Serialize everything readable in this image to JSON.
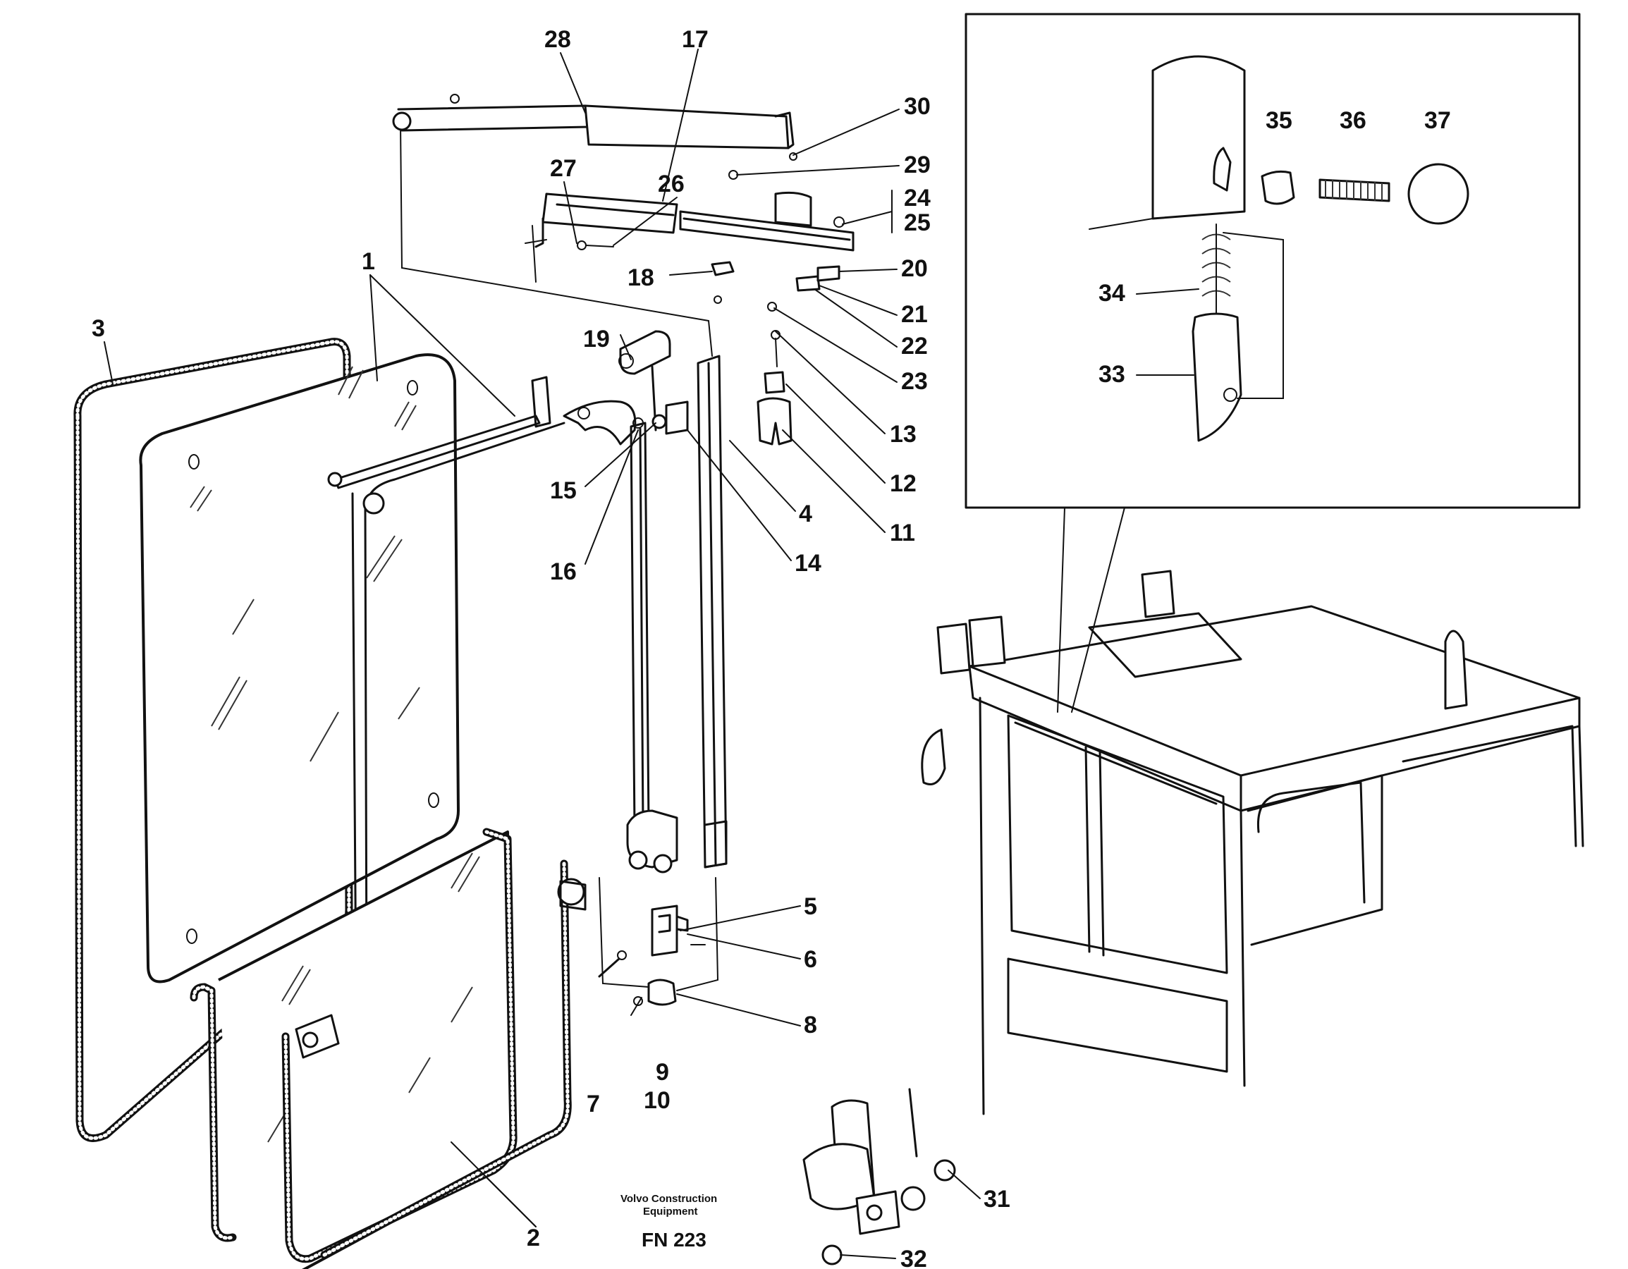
{
  "callouts": {
    "c1": "1",
    "c2": "2",
    "c3": "3",
    "c4": "4",
    "c5": "5",
    "c6": "6",
    "c7": "7",
    "c8": "8",
    "c9": "9",
    "c10": "10",
    "c11": "11",
    "c12": "12",
    "c13": "13",
    "c14": "14",
    "c15": "15",
    "c16": "16",
    "c17": "17",
    "c18": "18",
    "c19": "19",
    "c20": "20",
    "c21": "21",
    "c22": "22",
    "c23": "23",
    "c24": "24",
    "c25": "25",
    "c26": "26",
    "c27": "27",
    "c28": "28",
    "c29": "29",
    "c30": "30",
    "c31": "31",
    "c32": "32",
    "c33": "33",
    "c34": "34",
    "c35": "35",
    "c36": "36",
    "c37": "37"
  },
  "credit": {
    "line1": "Volvo Construction",
    "line2": "Equipment"
  },
  "figure_code": "FN 223"
}
